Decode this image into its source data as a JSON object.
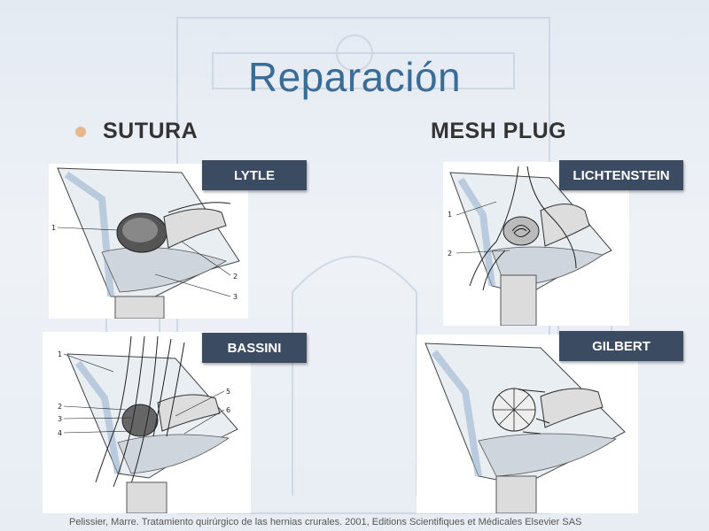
{
  "title": "Reparación",
  "left_heading": "SUTURA",
  "right_heading": "MESH PLUG",
  "labels": {
    "lytle": "LYTLE",
    "lichtenstein": "LICHTENSTEIN",
    "bassini": "BASSINI",
    "gilbert": "GILBERT"
  },
  "figures": {
    "lytle": {
      "callouts": [
        "1",
        "2",
        "3"
      ]
    },
    "lichtenstein": {
      "callouts": [
        "1",
        "2"
      ]
    },
    "bassini": {
      "callouts": [
        "1",
        "2",
        "3",
        "4",
        "5",
        "6"
      ]
    }
  },
  "footer": "Pelissier, Marre. Tratamiento quirúrgico de las hernias crurales. 2001, Editions Scientifiques et Médicales Elsevier SAS",
  "colors": {
    "title": "#3a6c98",
    "label_bg": "#3a4b62",
    "bullet": "#e6b98d"
  }
}
